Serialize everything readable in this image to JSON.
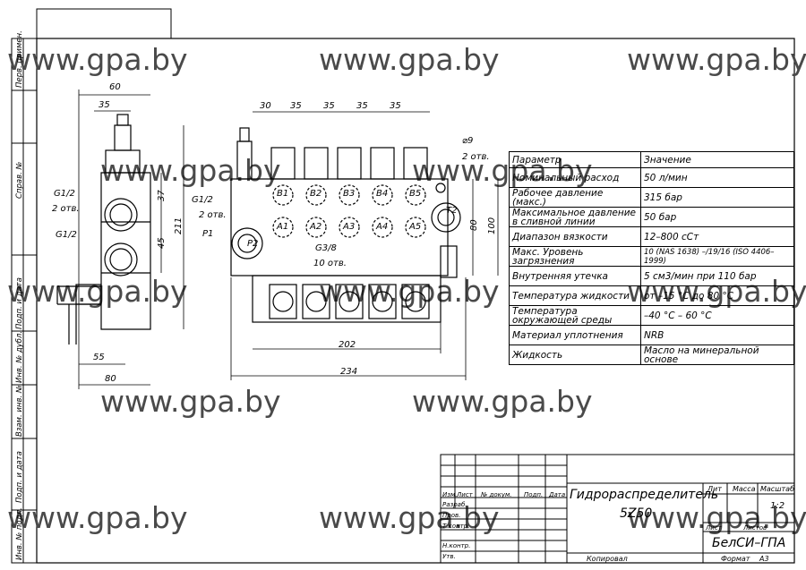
{
  "watermark": "www.gpa.by",
  "side_labels": [
    "Перв. примен.",
    "Справ. №",
    "Подп. и дата",
    "Инв. № дубл.",
    "Взам. инв. №",
    "Подп. и дата",
    "Инв. № подл."
  ],
  "side_view": {
    "dims": {
      "top_width": "60",
      "inner": "35",
      "h37": "37",
      "h45": "45",
      "h211": "211",
      "b55": "55",
      "b80": "80"
    },
    "ports": [
      {
        "label": "G1/2",
        "count": "2 отв."
      },
      {
        "label": "G1/2",
        "count": ""
      }
    ]
  },
  "front_view": {
    "top_dims": [
      "30",
      "35",
      "35",
      "35",
      "35"
    ],
    "hole_dim": "⌀9",
    "hole_count": "2 отв.",
    "b_ports": [
      "B1",
      "B2",
      "B3",
      "B4",
      "B5"
    ],
    "a_ports": [
      "A1",
      "A2",
      "A3",
      "A4",
      "A5"
    ],
    "left_port": {
      "label": "G1/2",
      "count": "2 отв."
    },
    "p1": "P1",
    "p2": "P2",
    "t2": "T2",
    "thread": "G3/8",
    "thread_count": "10 отв.",
    "dims": {
      "w202": "202",
      "w234": "234",
      "h80": "80",
      "h100": "100"
    }
  },
  "param_table": {
    "header": [
      "Параметр",
      "Значение"
    ],
    "rows": [
      [
        "Номинальный расход",
        "50 л/мин"
      ],
      [
        "Рабочее давление (макс.)",
        "315 бар"
      ],
      [
        "Максимальное давление в сливной линии",
        "50 бар"
      ],
      [
        "Диапазон вязкости",
        "12–800 сСт"
      ],
      [
        "Макс. Уровень загрязнения",
        "10 (NAS 1638) –/19/16 (ISO 4406–1999)"
      ],
      [
        "Внутренняя утечка",
        "5 см3/мин при 110 бар"
      ],
      [
        "Температура жидкости",
        "от –15 °С до 80 °С"
      ],
      [
        "Температура окружающей среды",
        "–40 °С – 60 °С"
      ],
      [
        "Материал уплотнения",
        "NRB"
      ],
      [
        "Жидкость",
        "Масло на минеральной основе"
      ]
    ]
  },
  "title_block": {
    "title": "Гидрораспределитель",
    "code": "5Z50",
    "company": "БелСИ–ГПА",
    "lit_hdr": "Лит",
    "mass_hdr": "Масса",
    "scale_hdr": "Масштаб",
    "scale": "1:2",
    "sheet": "Лист",
    "sheets": "Листов",
    "col_headers": [
      "Изм.",
      "Лист",
      "№ докум.",
      "Подп.",
      "Дата"
    ],
    "row_labels": [
      "Разраб.",
      "Пров.",
      "Т.контр.",
      "",
      "Н.контр.",
      "Утв."
    ],
    "copied": "Копировал",
    "format_label": "Формат",
    "format": "А3"
  }
}
